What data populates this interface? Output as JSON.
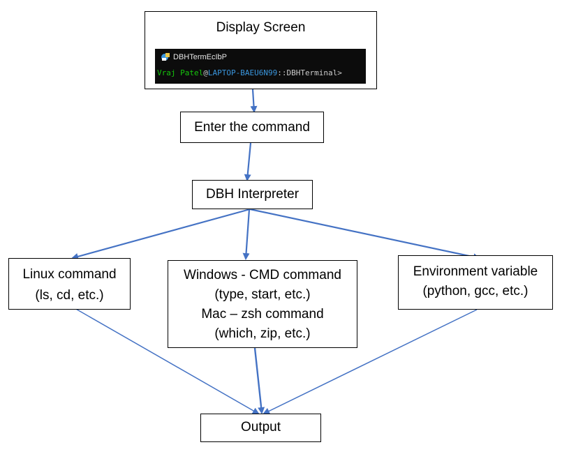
{
  "nodes": {
    "display_screen": "Display Screen",
    "enter_command": "Enter the command",
    "interpreter": "DBH Interpreter",
    "linux": {
      "line1": "Linux command",
      "line2": "(ls, cd, etc.)"
    },
    "windows_mac": {
      "line1": "Windows - CMD command",
      "line2": "(type, start, etc.)",
      "line3": "Mac – zsh command",
      "line4": "(which, zip, etc.)"
    },
    "env": {
      "line1": "Environment variable",
      "line2": "(python, gcc, etc.)"
    },
    "output": "Output"
  },
  "terminal": {
    "title": "DBHTermEcIbP",
    "user": "Vraj Patel",
    "at": "@",
    "host": "LAPTOP-BAEU6N99",
    "path": "::DBHTerminal>"
  },
  "colors": {
    "arrow": "#4472c4",
    "terminal_bg": "#0c0c0c",
    "user": "#16c60c",
    "host": "#3a96dd"
  },
  "edges": [
    [
      "Display Screen",
      "Enter the command"
    ],
    [
      "Enter the command",
      "DBH Interpreter"
    ],
    [
      "DBH Interpreter",
      "Linux command"
    ],
    [
      "DBH Interpreter",
      "Windows - CMD command"
    ],
    [
      "DBH Interpreter",
      "Environment variable"
    ],
    [
      "Linux command",
      "Output"
    ],
    [
      "Windows - CMD command",
      "Output"
    ],
    [
      "Environment variable",
      "Output"
    ]
  ]
}
